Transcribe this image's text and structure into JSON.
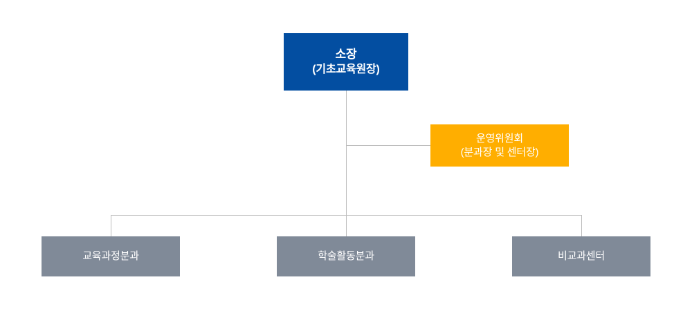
{
  "chart": {
    "type": "organization-chart",
    "background_color": "#ffffff",
    "connector_color": "#bcbcbc"
  },
  "root": {
    "line1": "소장",
    "line2": "(기초교육원장)",
    "color": "#034ea1"
  },
  "staff": {
    "line1": "운영위원회",
    "line2": "(분과장 및 센터장)",
    "color": "#ffae00"
  },
  "divisions": [
    {
      "line1": "교육과정분과",
      "color": "#808a98"
    },
    {
      "line1": "학술활동분과",
      "color": "#808a98"
    },
    {
      "line1": "비교과센터",
      "color": "#808a98"
    }
  ]
}
